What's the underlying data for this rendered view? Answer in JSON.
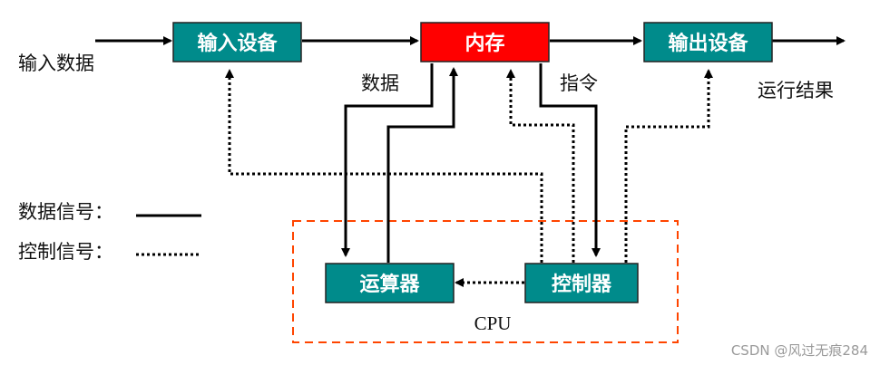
{
  "boxes": {
    "input_device": "输入设备",
    "memory": "内存",
    "output_device": "输出设备",
    "alu": "运算器",
    "controller": "控制器"
  },
  "labels": {
    "input_data": "输入数据",
    "run_result": "运行结果",
    "data": "数据",
    "instruction": "指令",
    "cpu": "CPU"
  },
  "legend": {
    "data_signal": "数据信号：",
    "control_signal": "控制信号："
  },
  "watermark": "CSDN @风过无痕284",
  "colors": {
    "box_fill": "#008b8b",
    "memory_fill": "#ff0000",
    "cpu_border": "#ff4500"
  }
}
